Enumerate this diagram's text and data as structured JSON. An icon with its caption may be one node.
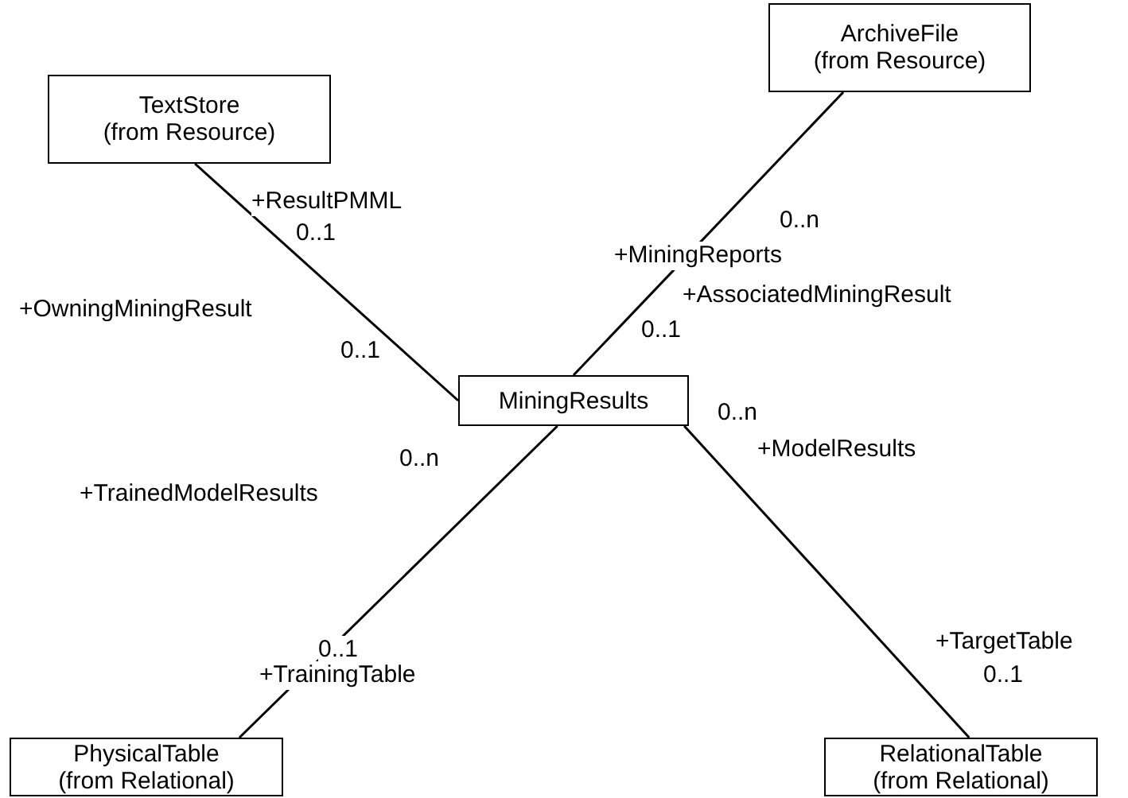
{
  "diagram": {
    "nodes": [
      {
        "text": [
          "TextStore",
          "(from Resource)"
        ]
      },
      {
        "text": [
          "ArchiveFile",
          "(from Resource)"
        ]
      },
      {
        "text": [
          "MiningResults"
        ]
      },
      {
        "text": [
          "PhysicalTable",
          "(from Relational)"
        ]
      },
      {
        "text": [
          "RelationalTable",
          "(from Relational)"
        ]
      }
    ],
    "edges": [
      {
        "from": 0,
        "to": 2,
        "arrow": "none"
      },
      {
        "from": 1,
        "to": 2,
        "arrow": "none"
      },
      {
        "from": 2,
        "to": 3,
        "arrow": "none"
      },
      {
        "from": 2,
        "to": 4,
        "arrow": "none"
      }
    ],
    "labels": [
      "+ResultPMML",
      "0..n",
      "0..1",
      "+MiningReports",
      "+AssociatedMiningResult",
      "+OwningMiningResult",
      "0..1",
      "0..1",
      "0..n",
      "+ModelResults",
      "0..n",
      "+TrainedModelResults",
      "+TargetTable",
      "0..1",
      "+TrainingTable",
      "0..1"
    ]
  }
}
